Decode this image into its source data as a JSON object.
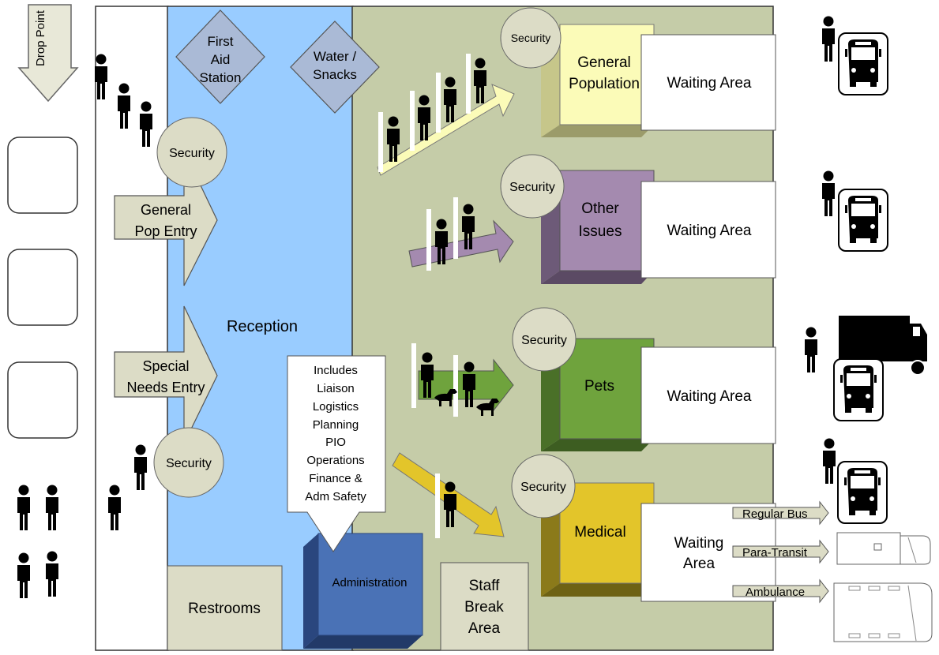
{
  "drop_point": "Drop Point",
  "areas": {
    "reception": "Reception",
    "restrooms": "Restrooms",
    "staff_break": [
      "Staff",
      "Break",
      "Area"
    ],
    "administration": "Administration"
  },
  "stations": {
    "first_aid": [
      "First",
      "Aid",
      "Station"
    ],
    "water_snacks": [
      "Water /",
      "Snacks"
    ]
  },
  "entries": {
    "general_pop": [
      "General",
      "Pop Entry"
    ],
    "special_needs": [
      "Special",
      "Needs Entry"
    ]
  },
  "security_label": "Security",
  "admin_callout": [
    "Includes",
    "Liaison",
    "Logistics",
    "Planning",
    "PIO",
    "Operations",
    "Finance &",
    "Adm Safety"
  ],
  "zones": {
    "general_population": [
      "General",
      "Population"
    ],
    "other_issues": [
      "Other",
      "Issues"
    ],
    "pets": "Pets",
    "medical": "Medical"
  },
  "waiting": {
    "label": "Waiting Area",
    "medical": [
      "Waiting",
      "Area"
    ]
  },
  "transport_labels": [
    "Regular Bus",
    "Para-Transit",
    "Ambulance"
  ],
  "colors": {
    "reception": "#99ccff",
    "floor": "#c5cca8",
    "security": "#dcdcc6",
    "general_population": "#fbfbb8",
    "other_issues": "#a48aaf",
    "pets": "#6fa33d",
    "medical": "#e3c52a",
    "administration": "#4a72b6",
    "stations": "#aabad6"
  }
}
